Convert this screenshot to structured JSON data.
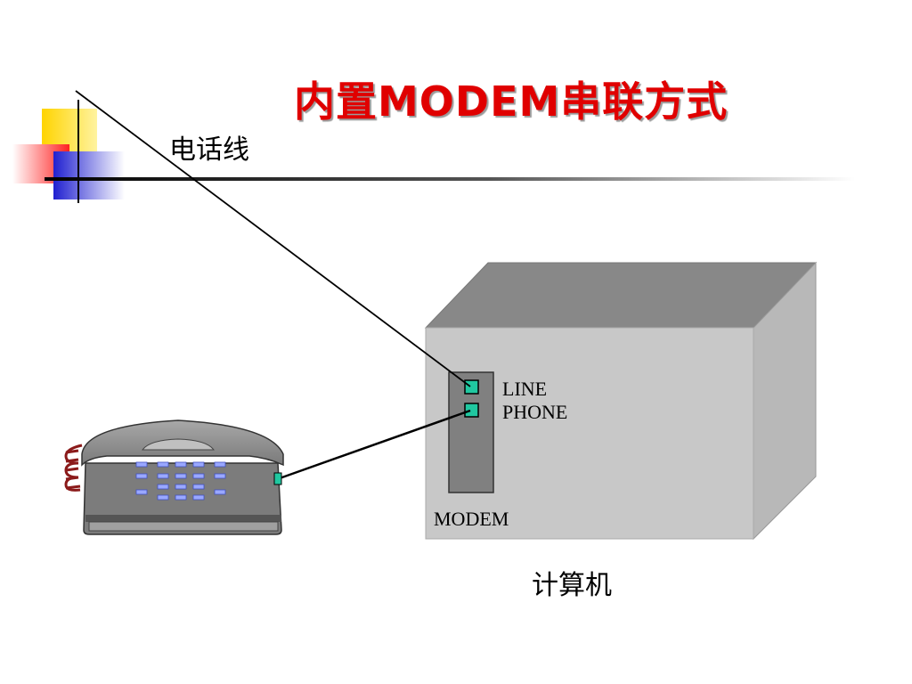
{
  "slide": {
    "title": "内置MODEM串联方式"
  },
  "labels": {
    "phone_line": "电话线",
    "computer": "计算机",
    "modem": "MODEM",
    "port_line": "LINE",
    "port_phone": "PHONE"
  },
  "colors": {
    "title": "#e00000",
    "port": "#20c8a0",
    "computer_front": "#c8c8c8",
    "computer_top": "#888888",
    "computer_side": "#b8b8b8",
    "modem_card": "#808080",
    "phone_body": "#888888",
    "phone_keys": "#9aa8ff",
    "cord": "#8b1a1a"
  },
  "icons": {
    "corner_decoration": "yellow-red-blue-squares-with-cross",
    "telephone": "desk-telephone-icon"
  }
}
